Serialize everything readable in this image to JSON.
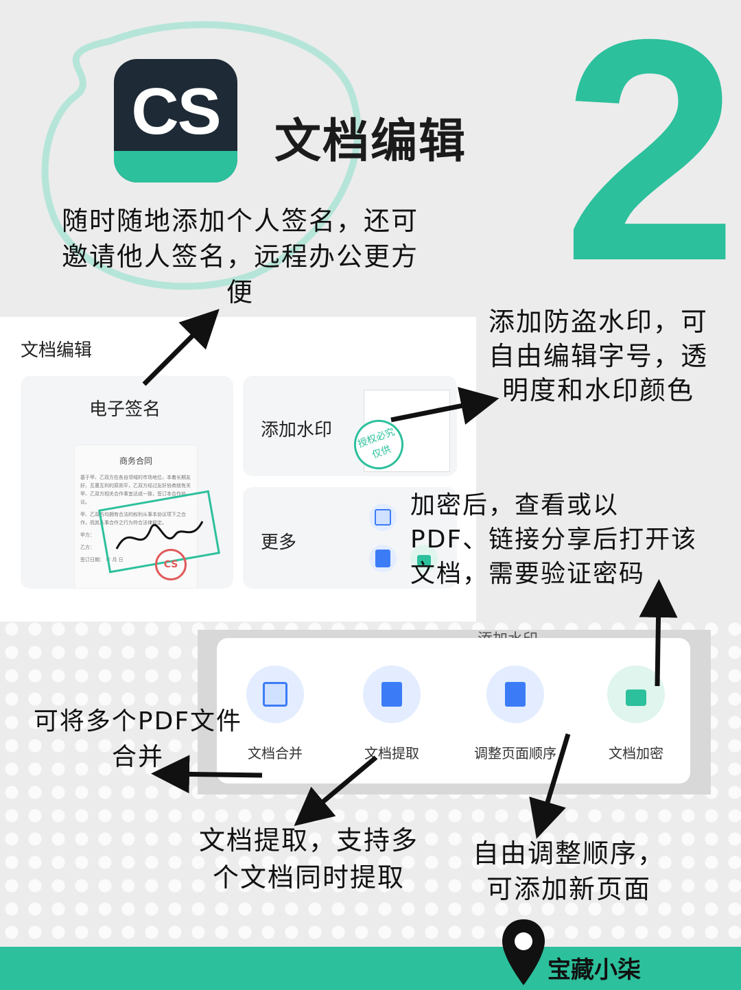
{
  "header": {
    "app_icon_text": "CS",
    "title": "文档编辑",
    "big_number": "2"
  },
  "notes": {
    "signature_note": "随时随地添加个人签名，还可邀请他人签名，远程办公更方便",
    "watermark_note": "添加防盗水印，可自由编辑字号，透明度和水印颜色",
    "encrypt_note": "加密后，查看或以 PDF、链接分享后打开该文档，需要验证密码",
    "merge_note": "可将多个PDF文件合并",
    "extract_note": "文档提取，支持多个文档同时提取",
    "reorder_note": "自由调整顺序，可添加新页面"
  },
  "panel": {
    "title": "文档编辑",
    "esign_label": "电子签名",
    "watermark_label": "添加水印",
    "more_label": "更多",
    "doc_title": "商务合同",
    "doc_lines": [
      "基于甲、乙双方在各自领域的市场地位，本着长期友好、互惠互利的原则平，乙双方经过友好协商就有关甲、乙双方相关合作事宜达成一致，签订本合作协议。",
      "甲、乙双方均拥有合法的权利从事本协议项下之合作，而其从事合作之行为符合法律规定。",
      "甲方：",
      "乙方：",
      "签订日期：   年   月   日"
    ],
    "stamp_text": "CS",
    "watermark_stamp": "授权必究 仅供"
  },
  "tools": [
    {
      "label": "文档合并",
      "icon": "merge-icon",
      "color": "#3b7cf6"
    },
    {
      "label": "文档提取",
      "icon": "extract-icon",
      "color": "#3b7cf6"
    },
    {
      "label": "调整页面顺序",
      "icon": "reorder-icon",
      "color": "#3b7cf6"
    },
    {
      "label": "文档加密",
      "icon": "lock-icon",
      "color": "#2cc09c"
    }
  ],
  "behind_text": "添加水印",
  "footer": {
    "brand": "宝藏小柒"
  },
  "colors": {
    "accent": "#2cc09c",
    "dark": "#1e2a36",
    "blue": "#3b7cf6"
  }
}
